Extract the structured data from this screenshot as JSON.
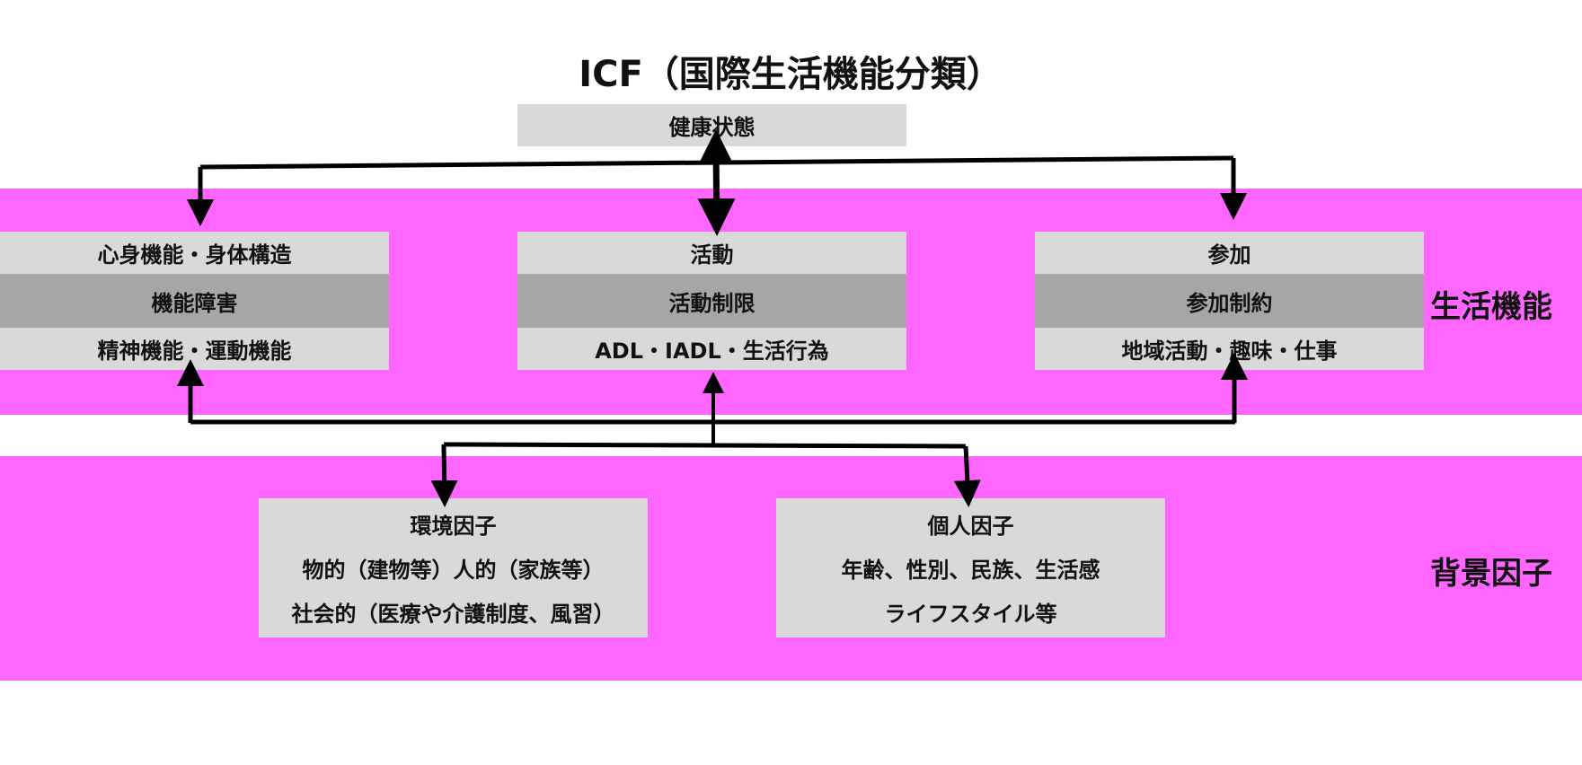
{
  "title": "ICF（国際生活機能分類）",
  "health": {
    "label": "健康状態"
  },
  "functioning": {
    "band_label": "生活機能",
    "boxes": [
      {
        "top": "心身機能・身体構造",
        "middle": "機能障害",
        "bottom": "精神機能・運動機能"
      },
      {
        "top": "活動",
        "middle": "活動制限",
        "bottom": "ADL・IADL・生活行為"
      },
      {
        "top": "参加",
        "middle": "参加制約",
        "bottom": "地域活動・趣味・仕事"
      }
    ]
  },
  "context": {
    "band_label": "背景因子",
    "environmental": {
      "heading": "環境因子",
      "line1": "物的（建物等）人的（家族等）",
      "line2": "社会的（医療や介護制度、風習）"
    },
    "personal": {
      "heading": "個人因子",
      "line1": "年齢、性別、民族、生活感",
      "line2": "ライフスタイル等"
    }
  },
  "colors": {
    "band": "#ff66ff",
    "box_light": "#d9d9d9",
    "box_dark": "#a6a6a6",
    "arrow": "#000000"
  }
}
